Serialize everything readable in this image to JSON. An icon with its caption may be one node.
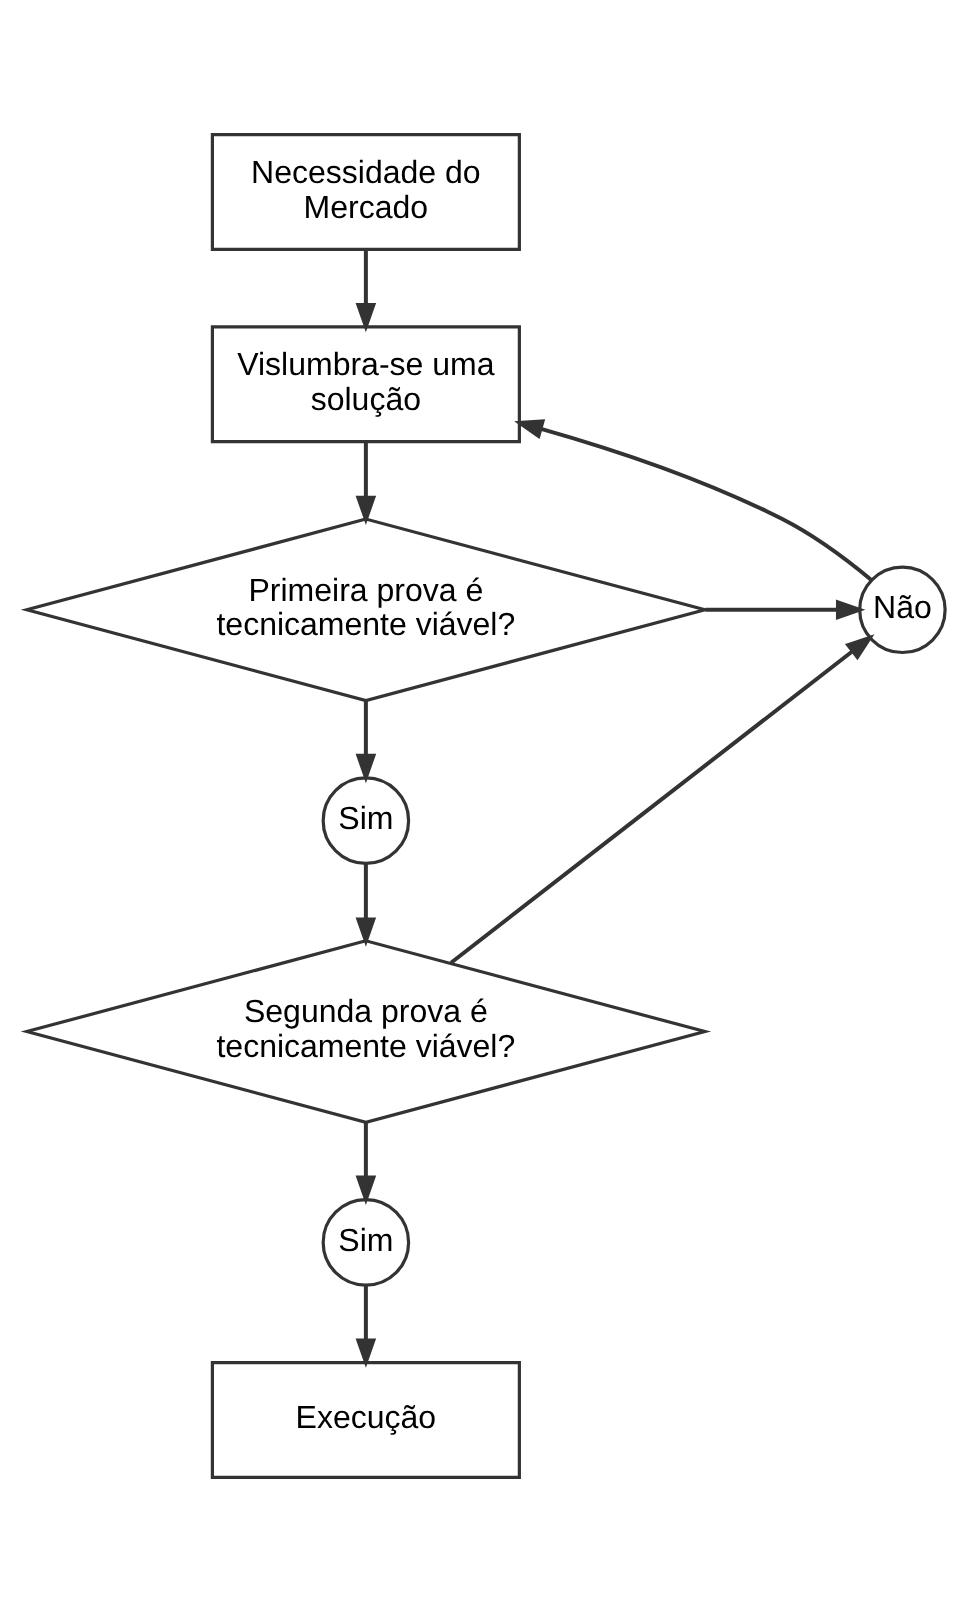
{
  "diagram": {
    "nodes": [
      {
        "text": [
          "Necessidade do Mercado"
        ]
      },
      {
        "text": [
          "Vislumbra-se uma solução"
        ]
      },
      {
        "text": [
          "Primeira prova é tecnicamente viável?"
        ]
      },
      {
        "text": [
          "Não"
        ]
      },
      {
        "text": [
          "Sim"
        ]
      },
      {
        "text": [
          "Segunda prova é tecnicamente viável?"
        ]
      },
      {
        "text": [
          "Sim"
        ]
      },
      {
        "text": [
          "Execução"
        ]
      }
    ],
    "edges": [
      {
        "from": 0,
        "to": 1,
        "arrow": "to"
      },
      {
        "from": 1,
        "to": 2,
        "arrow": "to"
      },
      {
        "from": 2,
        "to": 3,
        "arrow": "to"
      },
      {
        "from": 3,
        "to": 1,
        "arrow": "to"
      },
      {
        "from": 2,
        "to": 4,
        "arrow": "to"
      },
      {
        "from": 4,
        "to": 5,
        "arrow": "to"
      },
      {
        "from": 5,
        "to": 3,
        "arrow": "to"
      },
      {
        "from": 5,
        "to": 6,
        "arrow": "to"
      },
      {
        "from": 6,
        "to": 7,
        "arrow": "to"
      }
    ]
  }
}
